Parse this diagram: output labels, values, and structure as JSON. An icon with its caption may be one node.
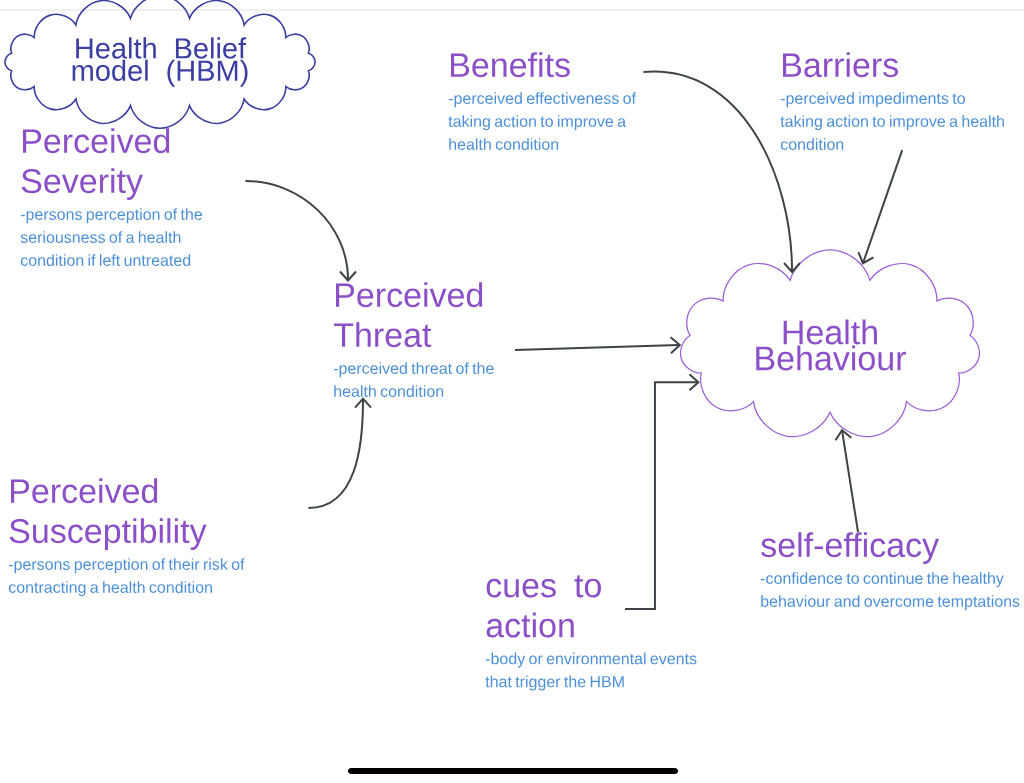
{
  "diagram": {
    "nodes": [
      {
        "text": [
          "Health Belief model (HBM)"
        ]
      },
      {
        "text": [
          "Perceived Severity",
          "-persons perception of the seriousness of a health condition if left untreated"
        ]
      },
      {
        "text": [
          "Benefits",
          "-perceived effectiveness of taking action to improve a health condition"
        ]
      },
      {
        "text": [
          "Barriers",
          "-perceived impediments to taking action to improve a health condition"
        ]
      },
      {
        "text": [
          "Perceived Threat",
          "-perceived threat of the health condition"
        ]
      },
      {
        "text": [
          "Health Behaviour"
        ]
      },
      {
        "text": [
          "Perceived Susceptibility",
          "-persons perception of their risk of contracting a health condition"
        ]
      },
      {
        "text": [
          "cues to action",
          "-body or environmental events that trigger the HBM"
        ]
      },
      {
        "text": [
          "self-efficacy",
          "-confidence to continue the healthy behaviour and overcome temptations"
        ]
      }
    ],
    "edges": [
      {
        "from": 1,
        "to": 4,
        "arrow": "to"
      },
      {
        "from": 6,
        "to": 4,
        "arrow": "to"
      },
      {
        "from": 4,
        "to": 5,
        "arrow": "to"
      },
      {
        "from": 2,
        "to": 5,
        "arrow": "to"
      },
      {
        "from": 3,
        "to": 5,
        "arrow": "to"
      },
      {
        "from": 7,
        "to": 5,
        "arrow": "to"
      },
      {
        "from": 8,
        "to": 5,
        "arrow": "to"
      }
    ]
  }
}
